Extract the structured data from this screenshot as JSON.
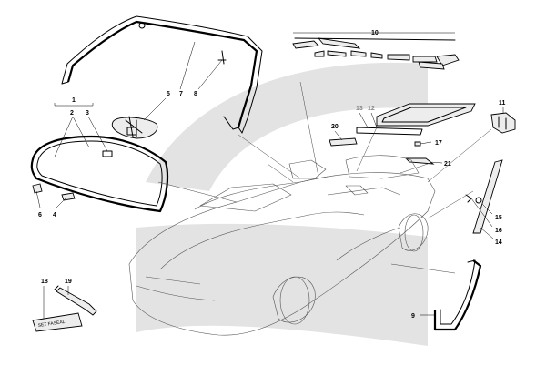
{
  "watermark": {
    "color": "#e3e3e3"
  },
  "callouts": [
    {
      "id": "1",
      "text": "1"
    },
    {
      "id": "2",
      "text": "2"
    },
    {
      "id": "3",
      "text": "3"
    },
    {
      "id": "4",
      "text": "4"
    },
    {
      "id": "5",
      "text": "5"
    },
    {
      "id": "6",
      "text": "6"
    },
    {
      "id": "7",
      "text": "7"
    },
    {
      "id": "8",
      "text": "8"
    },
    {
      "id": "9",
      "text": "9"
    },
    {
      "id": "10",
      "text": "10"
    },
    {
      "id": "11",
      "text": "11"
    },
    {
      "id": "12",
      "text": "12"
    },
    {
      "id": "13",
      "text": "13"
    },
    {
      "id": "14",
      "text": "14"
    },
    {
      "id": "15",
      "text": "15"
    },
    {
      "id": "16",
      "text": "16"
    },
    {
      "id": "17",
      "text": "17"
    },
    {
      "id": "18",
      "text": "18"
    },
    {
      "id": "19",
      "text": "19"
    },
    {
      "id": "20",
      "text": "20"
    },
    {
      "id": "21",
      "text": "21"
    }
  ],
  "sealant_label": "SET FASEAL"
}
